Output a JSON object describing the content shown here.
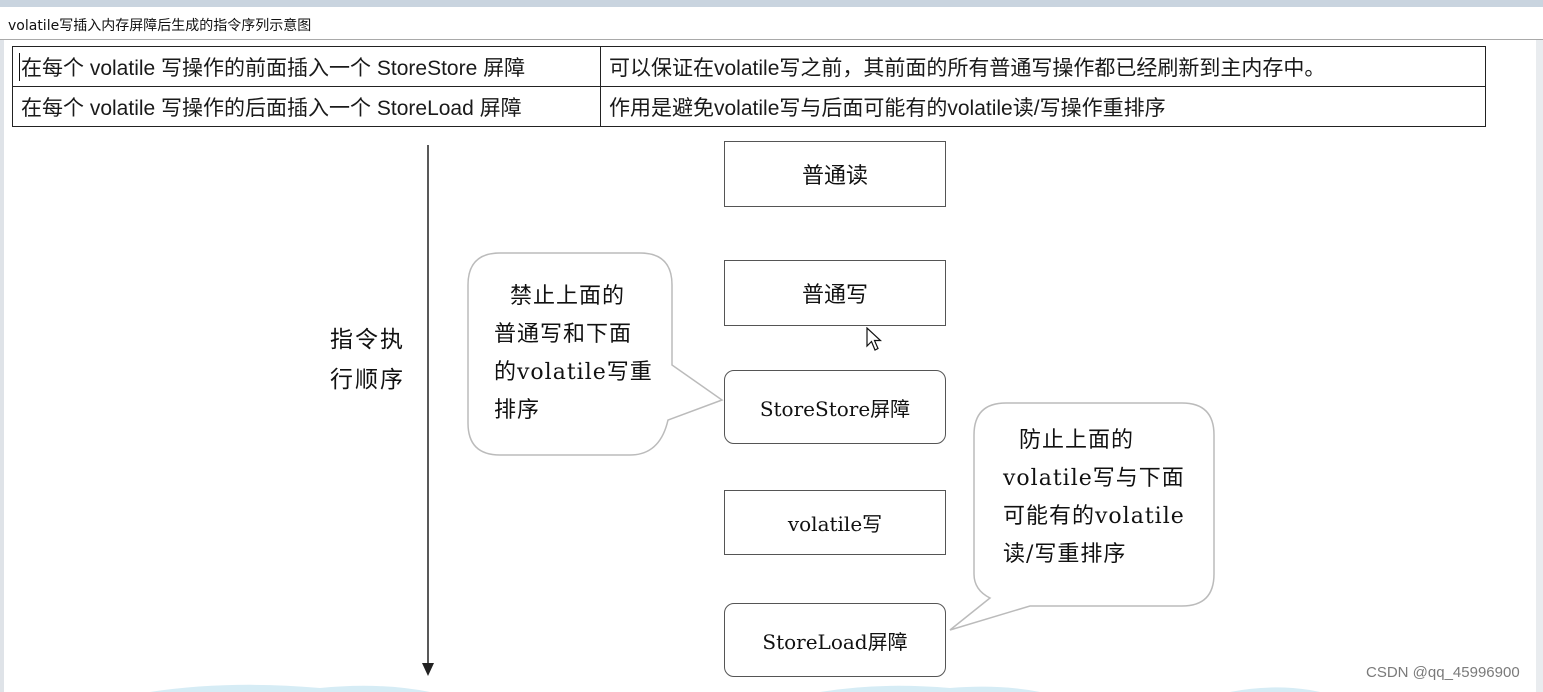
{
  "window": {
    "title": "volatile写插入内存屏障后生成的指令序列示意图"
  },
  "table": {
    "rows": [
      {
        "action": "在每个 volatile 写操作的前面插入一个 StoreStore 屏障",
        "effect": "可以保证在volatile写之前，其前面的所有普通写操作都已经刷新到主内存中。"
      },
      {
        "action": "在每个 volatile 写操作的后面插入一个 StoreLoad 屏障",
        "effect": "作用是避免volatile写与后面可能有的volatile读/写操作重排序"
      }
    ]
  },
  "diagram": {
    "axis_label": "指令执\n行顺序",
    "steps": [
      "普通读",
      "普通写",
      "StoreStore屏障",
      "volatile写",
      "StoreLoad屏障"
    ],
    "bubble_left": "  禁止上面的\n普通写和下面\n的volatile写重\n排序",
    "bubble_right": "  防止上面的\nvolatile写与下面\n可能有的volatile\n读/写重排序"
  },
  "watermark": "CSDN @qq_45996900",
  "colors": {
    "frame": "#c9d4df",
    "border": "#555555",
    "bubble_border": "#bbbbbb"
  }
}
